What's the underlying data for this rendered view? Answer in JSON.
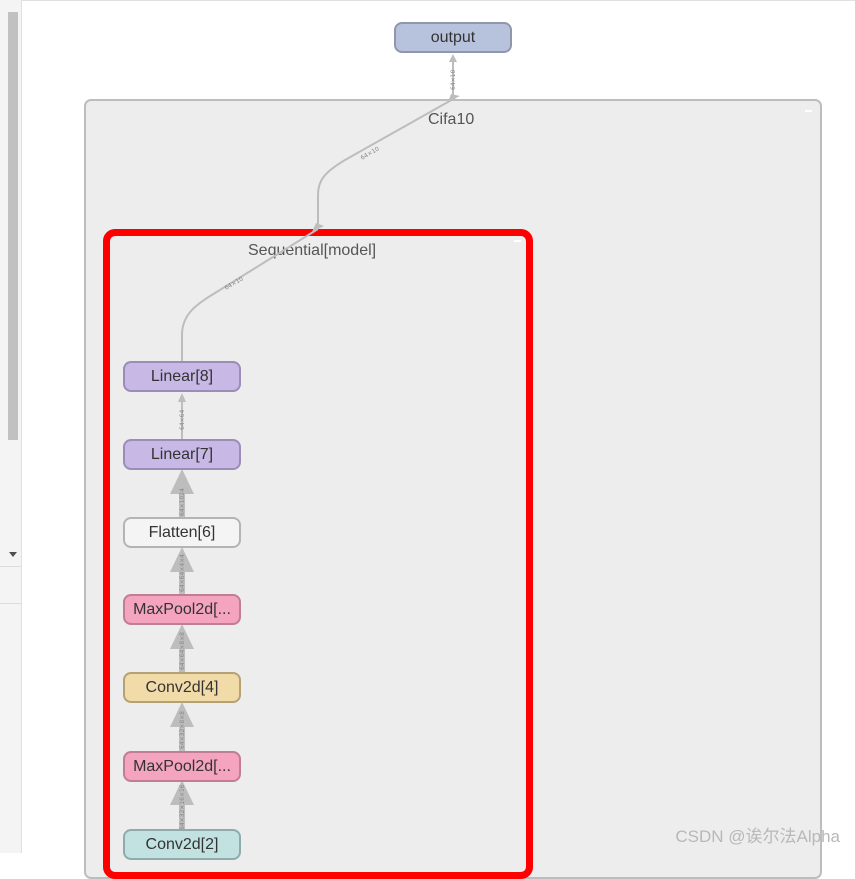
{
  "graph": {
    "output_label": "output",
    "cluster_outer_title": "Cifa10",
    "cluster_inner_title": "Sequential[model]",
    "nodes": [
      {
        "label": "Linear[8]"
      },
      {
        "label": "Linear[7]"
      },
      {
        "label": "Flatten[6]"
      },
      {
        "label": "MaxPool2d[..."
      },
      {
        "label": "Conv2d[4]"
      },
      {
        "label": "MaxPool2d[..."
      },
      {
        "label": "Conv2d[2]"
      }
    ],
    "edge_labels": [
      "64×10",
      "64×10",
      "64×10",
      "64×64",
      "64×1024",
      "64×64×4×4",
      "64×64×8×8",
      "64×32×8×8",
      "64×32×16×16"
    ]
  },
  "colors": {
    "highlight": "#ff0000",
    "linear": "#c8b8e6",
    "maxpool": "#f4a4be",
    "conv_4": "#f1dba8",
    "conv_2": "#c2e2e2",
    "output": "#b7c2dd"
  },
  "watermark": "CSDN @诶尔法Alpha"
}
